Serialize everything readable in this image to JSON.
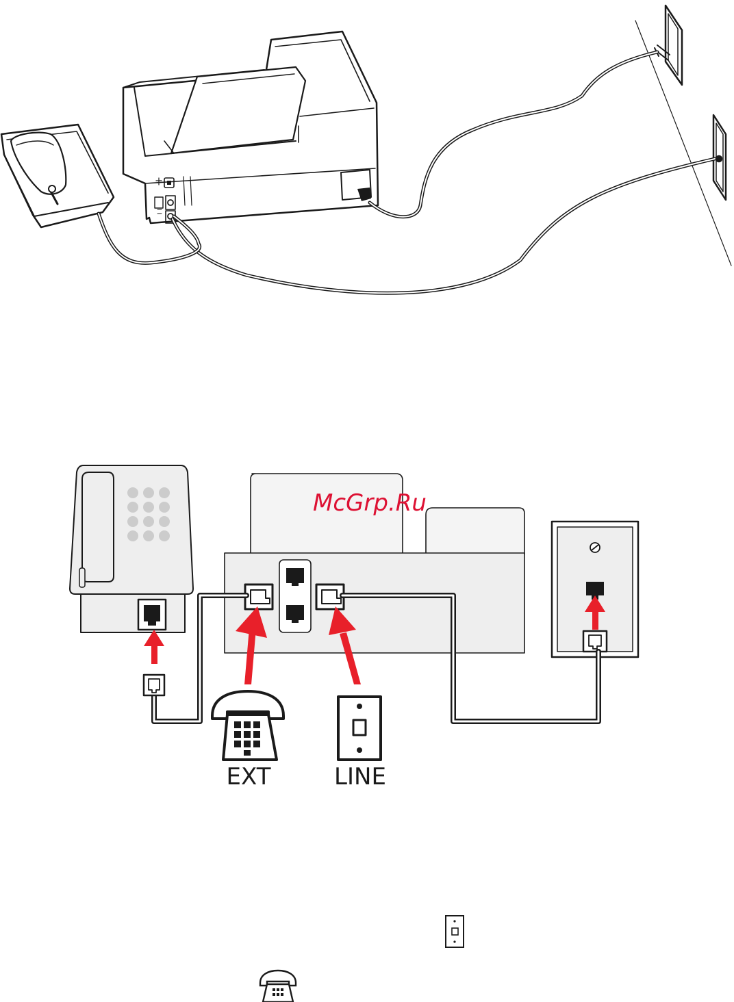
{
  "watermark": {
    "text": "McGrp.Ru",
    "color": "#dd1133"
  },
  "labels": {
    "ext": "EXT",
    "line": "LINE"
  },
  "colors": {
    "arrow": "#e8202a",
    "ink": "#1a1a1a",
    "panel": "#eeeeee",
    "body": "#f4f4f4"
  },
  "icons": {
    "scene_top": [
      "cordless-phone-base-icon",
      "printer-icon",
      "wall-power-outlet-icon",
      "wall-phone-jack-icon"
    ],
    "scene_bottom": [
      "desk-phone-icon",
      "printer-back-panel-icon",
      "ext-port-icon",
      "line-port-icon",
      "wall-plate-icon"
    ],
    "legend": [
      "ext-phone-symbol-icon",
      "line-wall-jack-symbol-icon"
    ],
    "inline": [
      "inline-wall-jack-icon",
      "inline-phone-icon"
    ]
  }
}
